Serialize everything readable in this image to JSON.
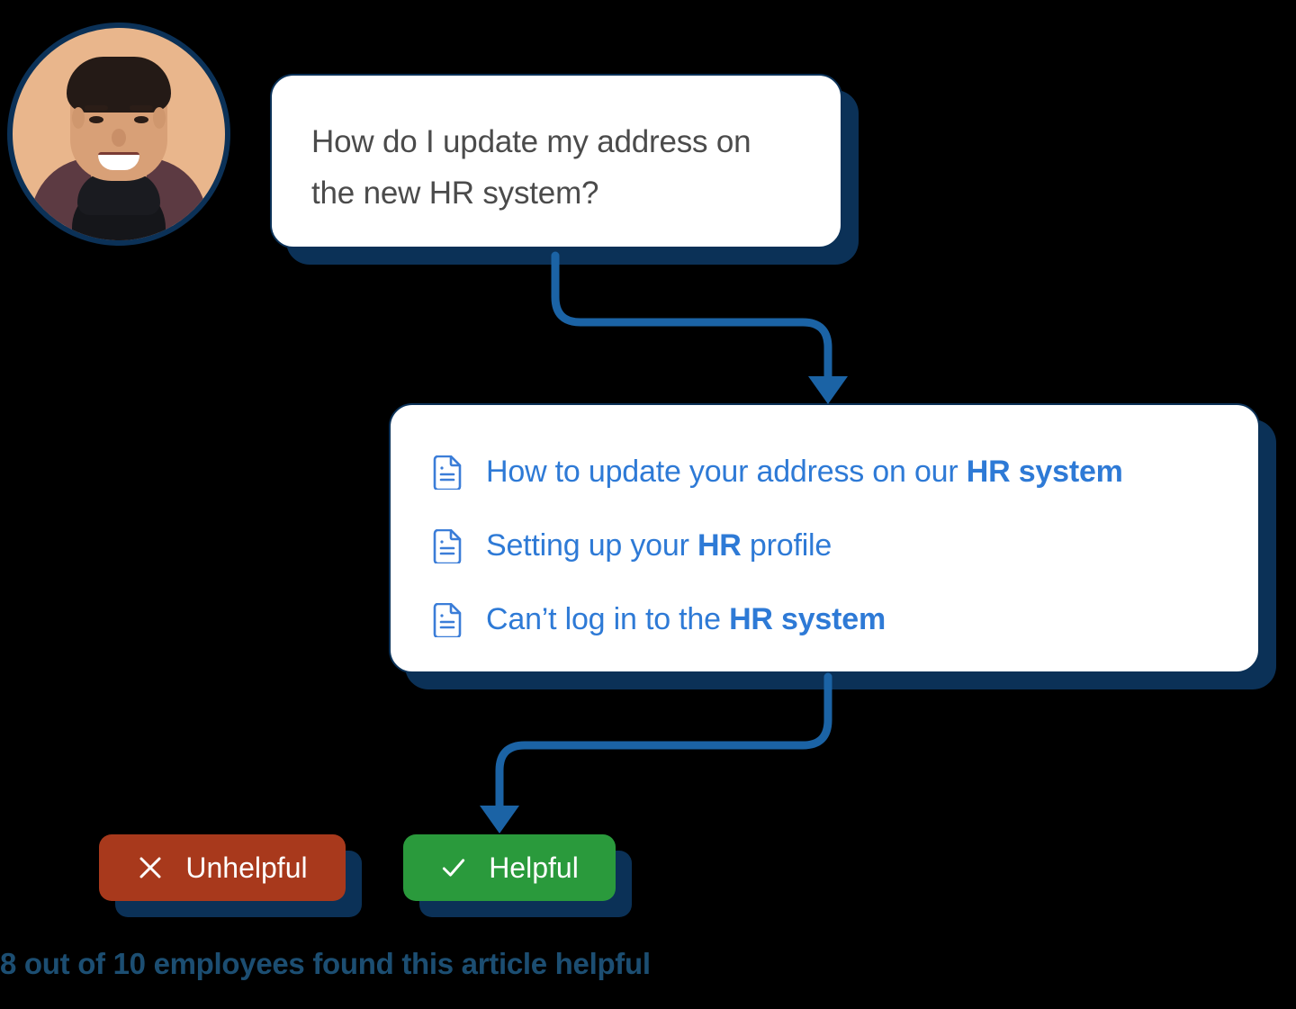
{
  "theme": {
    "background": "#000000",
    "navy": "#0b3157",
    "card_white": "#ffffff",
    "link_blue": "#2e7ad6",
    "arrow_blue": "#1b63a5",
    "red": "#a8391c",
    "green": "#2a9a3c",
    "avatar_bg": "#e9b68c",
    "question_text": "#4b4b4b",
    "caption_color": "#1c4e72"
  },
  "avatar": {
    "name": "employee-avatar",
    "alt": "Smiling employee portrait"
  },
  "question": {
    "text": "How do I update my address on the new HR system?"
  },
  "results": {
    "items": [
      {
        "icon": "document-icon",
        "text_plain": "How to update your address on our ",
        "text_bold": "HR system"
      },
      {
        "icon": "document-icon",
        "text_plain": "Setting up your ",
        "text_bold": "HR",
        "text_tail": " profile"
      },
      {
        "icon": "document-icon",
        "text_plain": "Can’t log in to the ",
        "text_bold": "HR system"
      }
    ]
  },
  "feedback": {
    "unhelpful": {
      "label": "Unhelpful",
      "icon": "close-x-icon"
    },
    "helpful": {
      "label": "Helpful",
      "icon": "check-icon"
    }
  },
  "footer": {
    "caption": "8 out of 10 employees found this article helpful"
  },
  "connectors": [
    {
      "name": "question-to-results-arrow",
      "from": "question-bubble",
      "to": "results-card"
    },
    {
      "name": "results-to-helpful-arrow",
      "from": "results-card",
      "to": "helpful-button"
    }
  ]
}
